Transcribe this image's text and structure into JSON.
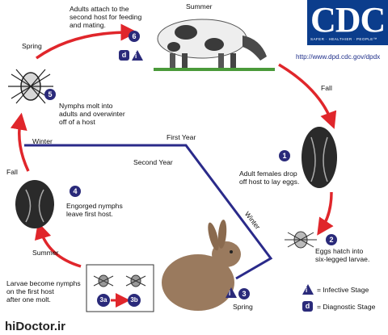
{
  "cdc": {
    "logo": "CDC",
    "tagline": "SAFER · HEALTHIER · PEOPLE™",
    "url": "http://www.dpd.cdc.gov/dpdx"
  },
  "seasons": {
    "summer_top": "Summer",
    "fall_right": "Fall",
    "spring_left": "Spring",
    "fall_left": "Fall",
    "winter_left": "Winter",
    "first_year": "First Year",
    "second_year": "Second Year",
    "winter_diag": "Winter",
    "summer_bottom": "Summer",
    "spring_bottom": "Spring"
  },
  "stages": {
    "s1_num": "1",
    "s1_text": "Adult females drop\noff host to lay eggs.",
    "s2_num": "2",
    "s2_text": "Eggs hatch into\nsix-legged larvae.",
    "s3_num": "3",
    "s3a": "3a",
    "s3b": "3b",
    "s3_text": "Larvae become nymphs\non the first host\nafter one molt.",
    "s4_num": "4",
    "s4_text": "Engorged nymphs\nleave first host.",
    "s5_num": "5",
    "s5_text": "Nymphs molt into\nadults and overwinter\noff of a host",
    "s6_num": "6",
    "s6_text": "Adults attach to the\nsecond host for feeding\nand mating."
  },
  "legend": {
    "infective_symbol": "i",
    "infective": "= Infective Stage",
    "diagnostic_symbol": "d",
    "diagnostic": "= Diagnostic Stage"
  },
  "footer": "hiDoctor.ir",
  "colors": {
    "arrow_red": "#e0262b",
    "timeline_blue": "#2a2a8a",
    "marker_navy": "#2a2a7a",
    "cdc_blue": "#0b3d8c"
  }
}
